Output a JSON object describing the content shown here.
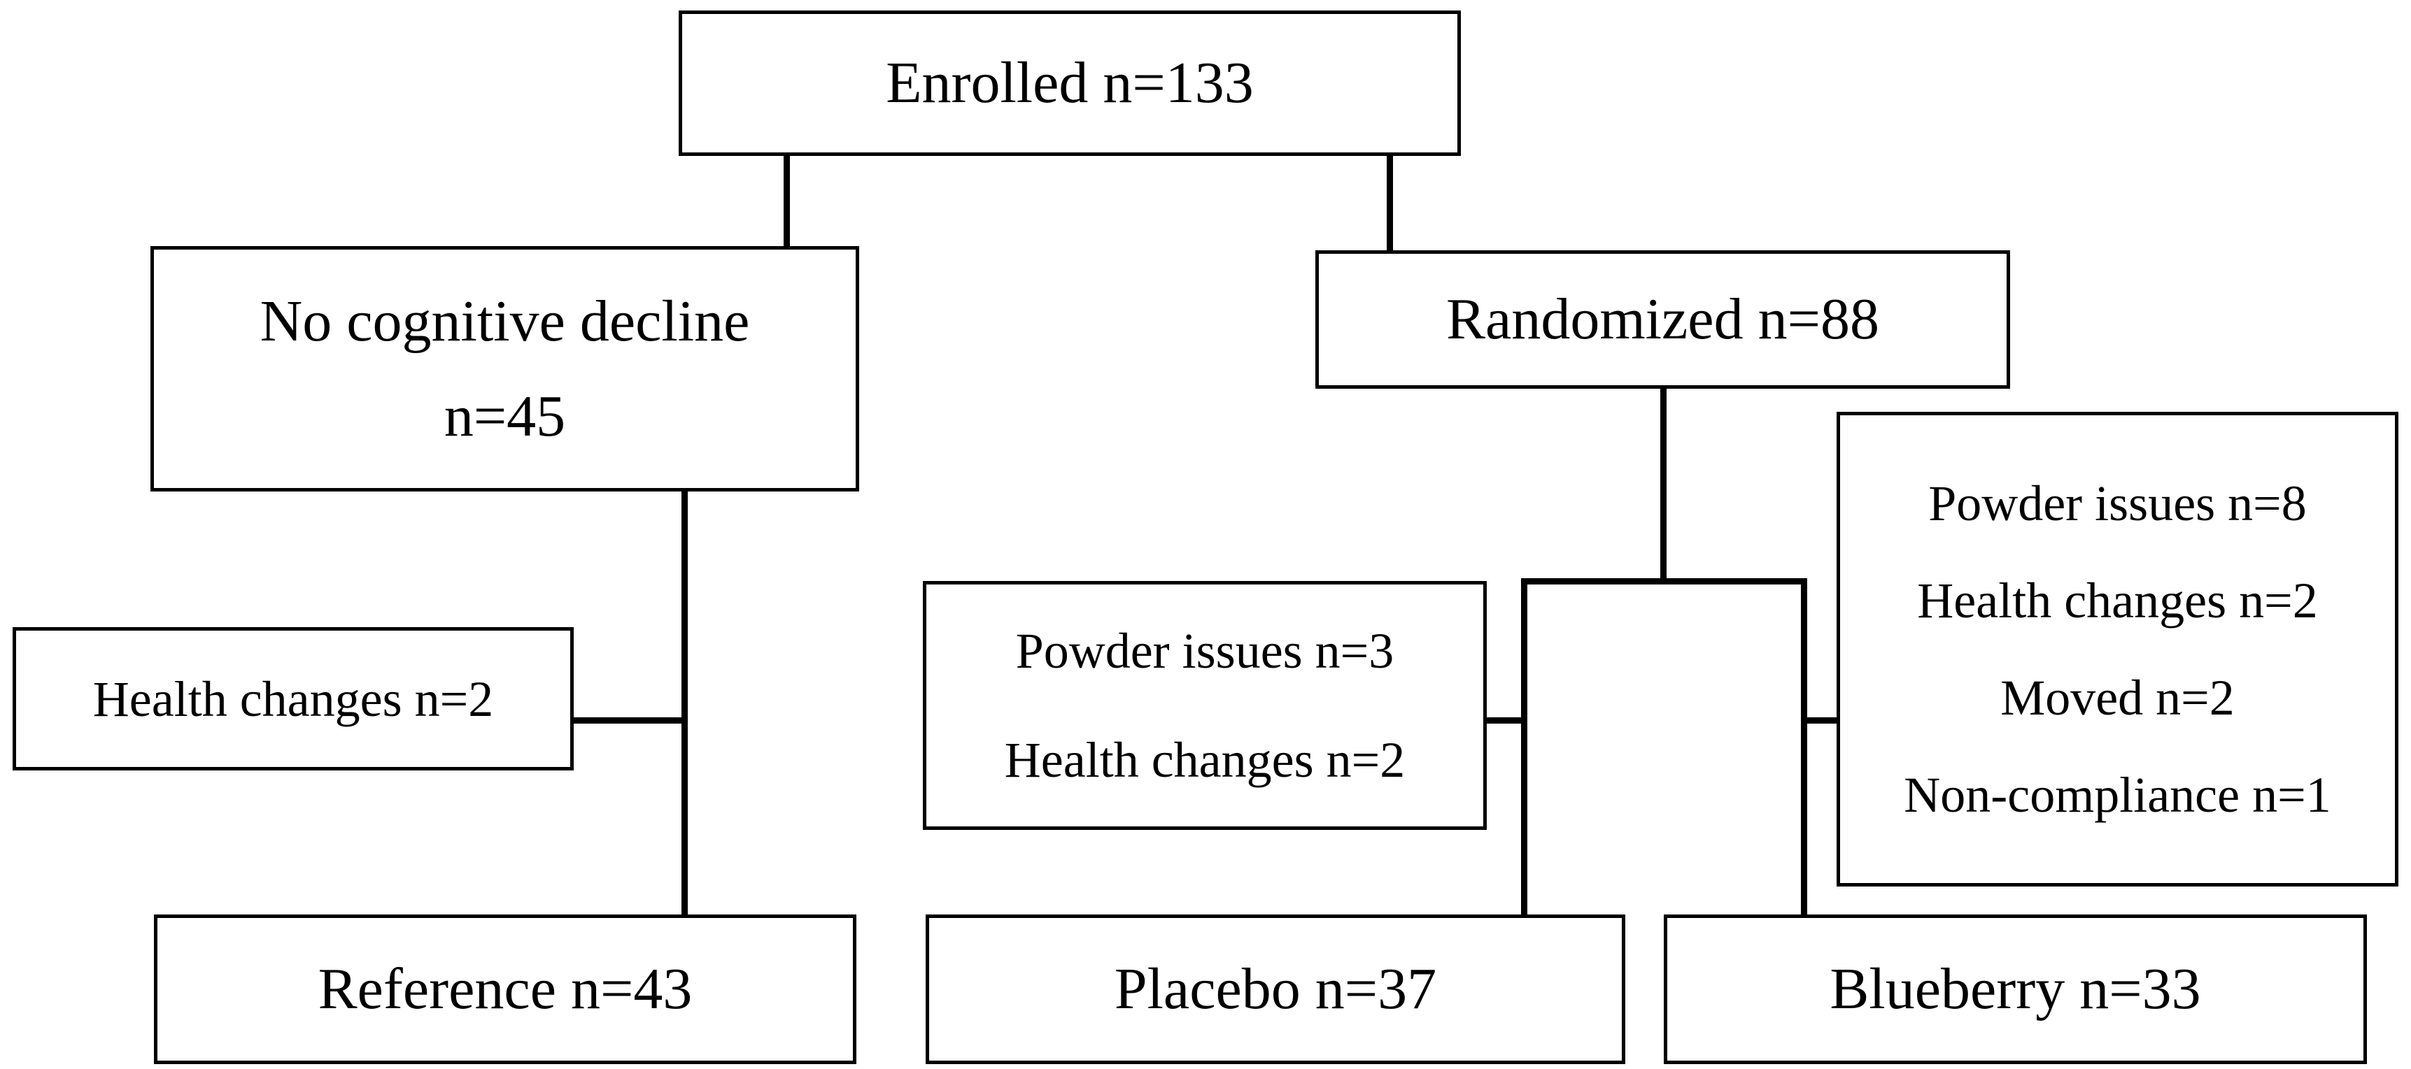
{
  "figure": {
    "type": "study-flow-diagram",
    "colors": {
      "background": "#ffffff",
      "line": "#000000",
      "text": "#000000"
    },
    "boxes": {
      "enrolled": {
        "lines": [
          "Enrolled n=133"
        ]
      },
      "no_cognitive_decline": {
        "lines": [
          "No cognitive decline",
          "n=45"
        ]
      },
      "randomized": {
        "lines": [
          "Randomized n=88"
        ]
      },
      "reference_exclusions": {
        "lines": [
          "Health changes n=2"
        ]
      },
      "placebo_exclusions": {
        "lines": [
          "Powder issues n=3",
          "Health changes n=2"
        ]
      },
      "blueberry_exclusions": {
        "lines": [
          "Powder issues n=8",
          "Health changes n=2",
          "Moved n=2",
          "Non-compliance n=1"
        ]
      },
      "reference": {
        "lines": [
          "Reference n=43"
        ]
      },
      "placebo": {
        "lines": [
          "Placebo n=37"
        ]
      },
      "blueberry": {
        "lines": [
          "Blueberry n=33"
        ]
      }
    },
    "edges": [
      {
        "from": "enrolled",
        "to": "no_cognitive_decline"
      },
      {
        "from": "enrolled",
        "to": "randomized"
      },
      {
        "from": "no_cognitive_decline",
        "to": "reference"
      },
      {
        "from": "reference_exclusions",
        "to": "reference"
      },
      {
        "from": "randomized",
        "to": "placebo"
      },
      {
        "from": "randomized",
        "to": "blueberry"
      },
      {
        "from": "placebo_exclusions",
        "to": "placebo"
      },
      {
        "from": "blueberry_exclusions",
        "to": "blueberry"
      }
    ]
  }
}
